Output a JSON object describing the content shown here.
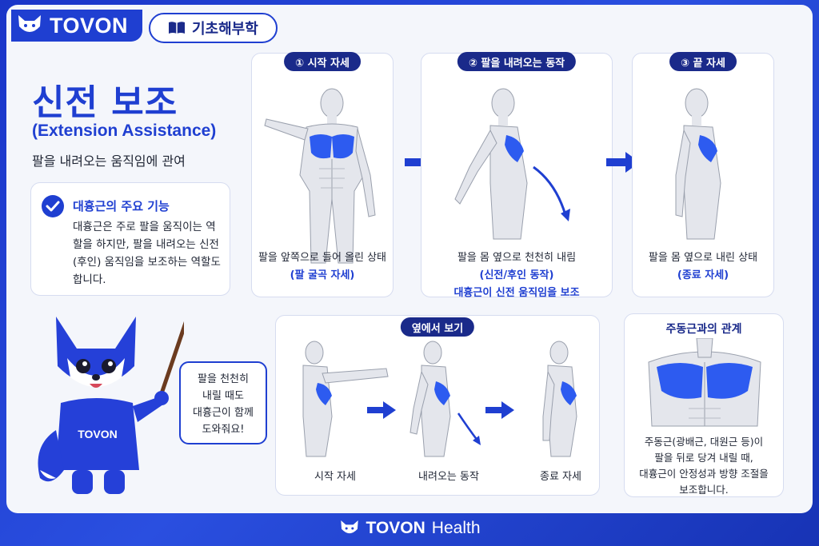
{
  "brand": {
    "name": "TOVON"
  },
  "category": {
    "label": "기초해부학"
  },
  "title": "신전 보조",
  "subtitle_en": "(Extension Assistance)",
  "description": "팔을 내려오는 움직임에 관여",
  "info": {
    "title": "대흉근의 주요 기능",
    "body": "대흉근은 주로 팔을 움직이는 역할을 하지만, 팔을 내려오는 신전(후인) 움직임을 보조하는 역할도 합니다."
  },
  "steps": [
    {
      "label": "① 시작 자세",
      "captions": [
        "팔을 앞쪽으로 들어 올린 상태",
        "(팔 굴곡 자세)"
      ]
    },
    {
      "label": "② 팔을 내려오는 동작",
      "captions": [
        "팔을 몸 옆으로 천천히 내림",
        "(신전/후인 동작)",
        "대흉근이 신전 움직임을 보조"
      ]
    },
    {
      "label": "③ 끝 자세",
      "captions": [
        "팔을 몸 옆으로 내린 상태",
        "(종료 자세)"
      ]
    }
  ],
  "side_view": {
    "label": "옆에서 보기",
    "captions": [
      "시작 자세",
      "내려오는 동작",
      "종료 자세"
    ]
  },
  "relation": {
    "title": "주동근과의 관계",
    "body": [
      "주동근(광배근, 대원근 등)이",
      "팔을 뒤로 당겨 내릴 때,",
      "대흉근이 안정성과 방향 조절을",
      "보조합니다."
    ]
  },
  "mascot": {
    "shirt_text": "TOVON",
    "speech": [
      "팔을 천천히",
      "내릴 때도",
      "대흉근이 함께",
      "도와줘요!"
    ]
  },
  "footer": {
    "brand": "TOVON",
    "suffix": "Health"
  },
  "colors": {
    "primary": "#1f3fd1",
    "navy": "#1a2a8a",
    "muscle": "#2d5bf0",
    "panel": "#f4f6fb"
  }
}
